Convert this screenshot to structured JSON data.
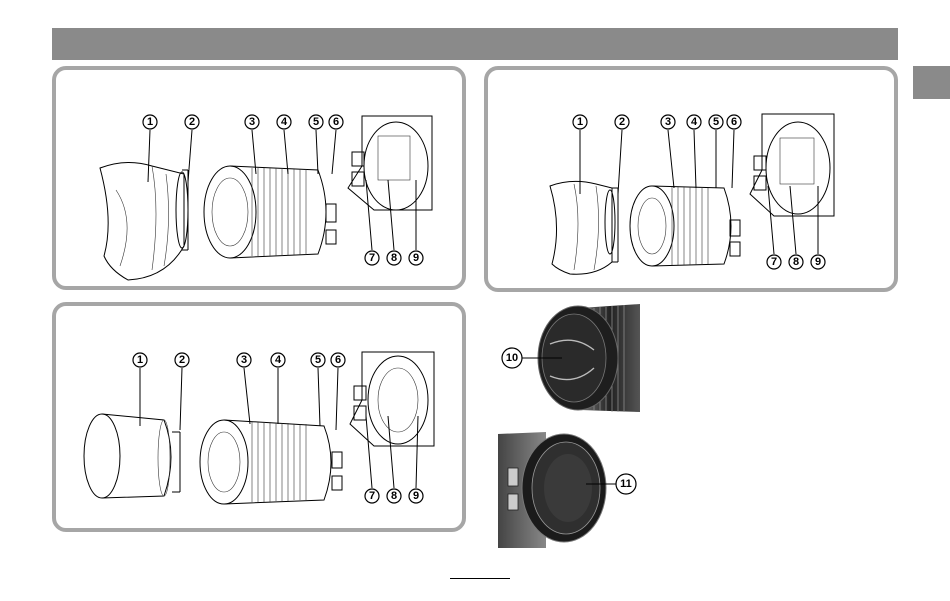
{
  "callouts": {
    "n1": "1",
    "n2": "2",
    "n3": "3",
    "n4": "4",
    "n5": "5",
    "n6": "6",
    "n7": "7",
    "n8": "8",
    "n9": "9",
    "n10": "10",
    "n11": "11"
  },
  "colors": {
    "header": "#8a8a8a",
    "panel_border": "#a6a6a6"
  },
  "icons": [
    "lens-hood-icon",
    "lens-body-icon",
    "lens-mount-icon",
    "front-lens-cap-icon",
    "rear-lens-cap-icon"
  ]
}
